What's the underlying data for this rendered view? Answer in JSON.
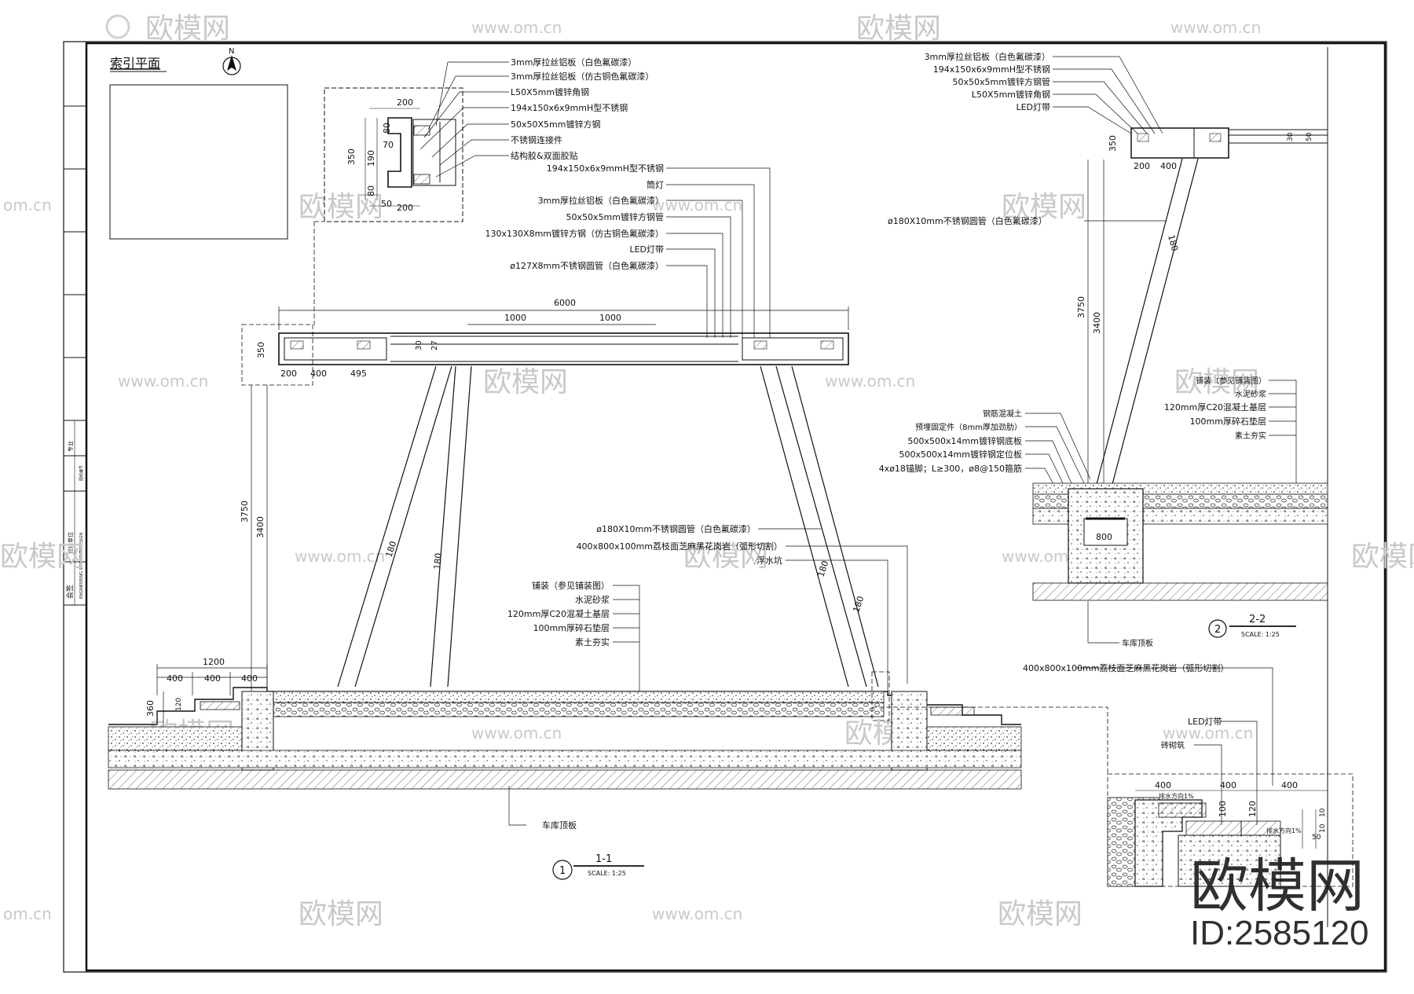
{
  "watermark": {
    "brand": "欧模网",
    "url": "www.om.cn",
    "url_short": "om.cn",
    "id": "ID:2585120"
  },
  "index_plan": {
    "title": "索引平面",
    "north": "N"
  },
  "title_block": {
    "row1": "会签",
    "row2": "ENGINEERING SIGNATURE",
    "row3": "专业",
    "row4": "图纸编号",
    "row5": "设计单位",
    "row6": "BY DESIGN"
  },
  "detail_box": {
    "labels": [
      "3mm厚拉丝铝板（白色氟碳漆）",
      "3mm厚拉丝铝板（仿古铜色氟碳漆）",
      "L50X5mm镀锌角钢",
      "194x150x6x9mmH型不锈钢",
      "50x50X5mm镀锌方钢",
      "不锈钢连接件",
      "结构胶&双面胶贴"
    ],
    "dims": [
      "200",
      "80",
      "70",
      "350",
      "190",
      "80",
      "50",
      "200"
    ]
  },
  "section_1": {
    "labels_top": [
      "194x150x6x9mmH型不锈钢",
      "筒灯",
      "3mm厚拉丝铝板（白色氟碳漆）",
      "50x50x5mm镀锌方钢管",
      "130x130X8mm镀锌方钢（仿古铜色氟碳漆）",
      "LED灯带",
      "ø127X8mm不锈钢圆管（白色氟碳漆）"
    ],
    "dims_top": [
      "6000",
      "1000",
      "1000",
      "350",
      "30",
      "27",
      "200",
      "400",
      "495"
    ],
    "dims_vert": [
      "3750",
      "3400"
    ],
    "pipe_label": "ø180X10mm不锈钢圆管（白色氟碳漆）",
    "stone_label": "400x800x100mm荔枝面芝麻黑花岗岩（弧形切割）",
    "drain_label": "浮水坑",
    "layers": [
      "铺装（参见铺装图）",
      "水泥砂浆",
      "120mm厚C20混凝土基层",
      "100mm厚碎石垫层",
      "素土夯实"
    ],
    "dim_180": "180",
    "step_dims": [
      "1200",
      "400",
      "400",
      "400",
      "360",
      "120"
    ],
    "roof_label": "车库顶板",
    "number": "1",
    "title": "1-1",
    "scale": "SCALE:   1:25"
  },
  "section_2": {
    "labels_top": [
      "3mm厚拉丝铝板（白色氟碳漆）",
      "194x150x6x9mmH型不锈钢",
      "50x50x5mm镀锌方钢管",
      "L50X5mm镀锌角钢",
      "LED灯带"
    ],
    "dims_top": [
      "350",
      "200",
      "400",
      "50",
      "30"
    ],
    "pipe_label": "ø180X10mm不锈钢圆管（白色氟碳漆）",
    "dims_vert": [
      "3750",
      "3400"
    ],
    "dim_180": "180",
    "layers_right": [
      "铺装（参见铺装图）",
      "水泥砂浆",
      "120mm厚C20混凝土基层",
      "100mm厚碎石垫层",
      "素土夯实"
    ],
    "labels_left": [
      "钢筋混凝土",
      "预埋固定件（8mm厚加劲肋）",
      "500x500x14mm镀锌钢底板",
      "500x500x14mm镀锌钢定位板",
      "4xø18锚脚；L≥300，ø8@150箍筋"
    ],
    "footing_dim": "800",
    "roof_label": "车库顶板",
    "number": "2",
    "title": "2-2",
    "scale": "SCALE:   1:25"
  },
  "detail_3": {
    "stone_label": "400x800x100mm荔枝面芝麻黑花岗岩（弧形切割）",
    "led_label": "LED灯带",
    "mortar_label": "砖砌筑",
    "slope_label1": "排水方向1%",
    "slope_label2": "排水方向1%",
    "dims": [
      "400",
      "400",
      "400",
      "120",
      "100",
      "10",
      "10",
      "50"
    ]
  }
}
